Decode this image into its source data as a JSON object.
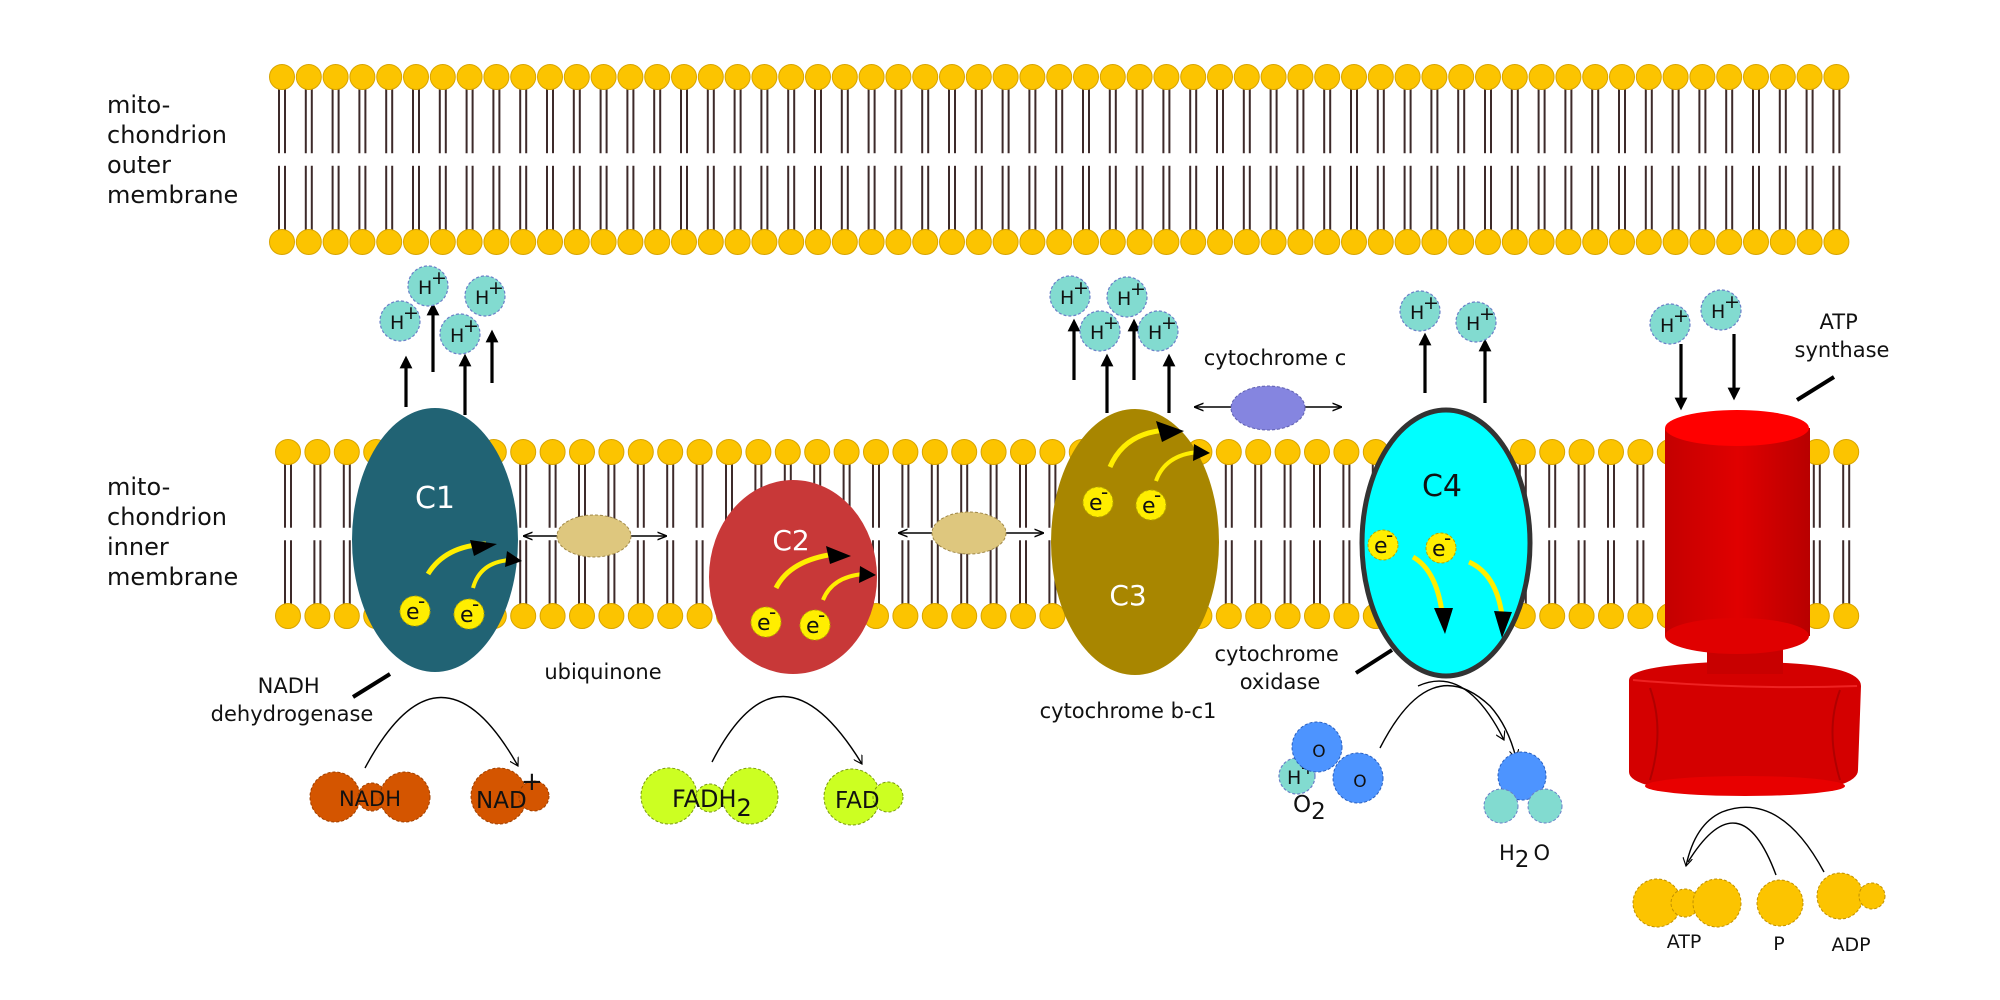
{
  "labels": {
    "outer_membrane": [
      "mito-",
      "chondrion",
      "outer",
      "membrane"
    ],
    "inner_membrane": [
      "mito-",
      "chondrion",
      "inner",
      "membrane"
    ],
    "nadh_dehydrogenase": [
      "NADH",
      "dehydrogenase"
    ],
    "ubiquinone": "ubiquinone",
    "cytochrome_c": "cytochrome c",
    "cytochrome_bc1": "cytochrome b-c1",
    "cytochrome_oxidase": [
      "cytochrome",
      "oxidase"
    ],
    "atp_synthase": [
      "ATP",
      "synthase"
    ]
  },
  "complexes": {
    "c1": "C1",
    "c2": "C2",
    "c3": "C3",
    "c4": "C4"
  },
  "ions": {
    "proton": "H",
    "proton_charge": "+",
    "electron": "e",
    "electron_charge": "-"
  },
  "molecules": {
    "nadh": "NADH",
    "nad": "NAD",
    "nad_charge": "+",
    "fadh": "FADH",
    "fadh_sub": "2",
    "fad": "FAD",
    "o": "O",
    "o2": "O",
    "o2_sub": "2",
    "h2o_h": "H",
    "h2o_sub": "2",
    "h2o_o": "O",
    "atp": "ATP",
    "p": "P",
    "adp": "ADP"
  },
  "colors": {
    "lipid_head": "#fcc400",
    "lipid_tail": "#3d2a2a",
    "c1": "#216374",
    "c2": "#c83838",
    "c3": "#a88600",
    "c4": "#00ffff",
    "proton": "#82dbd0",
    "electron": "#ffee00",
    "electron_path": "#ffee00",
    "ubiquinone": "#dec77e",
    "cytochrome_c": "#8585e0",
    "atp_synthase": "#dd0000",
    "nadh": "#d45500",
    "fad": "#ccff22",
    "oxygen": "#4d94ff",
    "atp": "#fcc400"
  }
}
